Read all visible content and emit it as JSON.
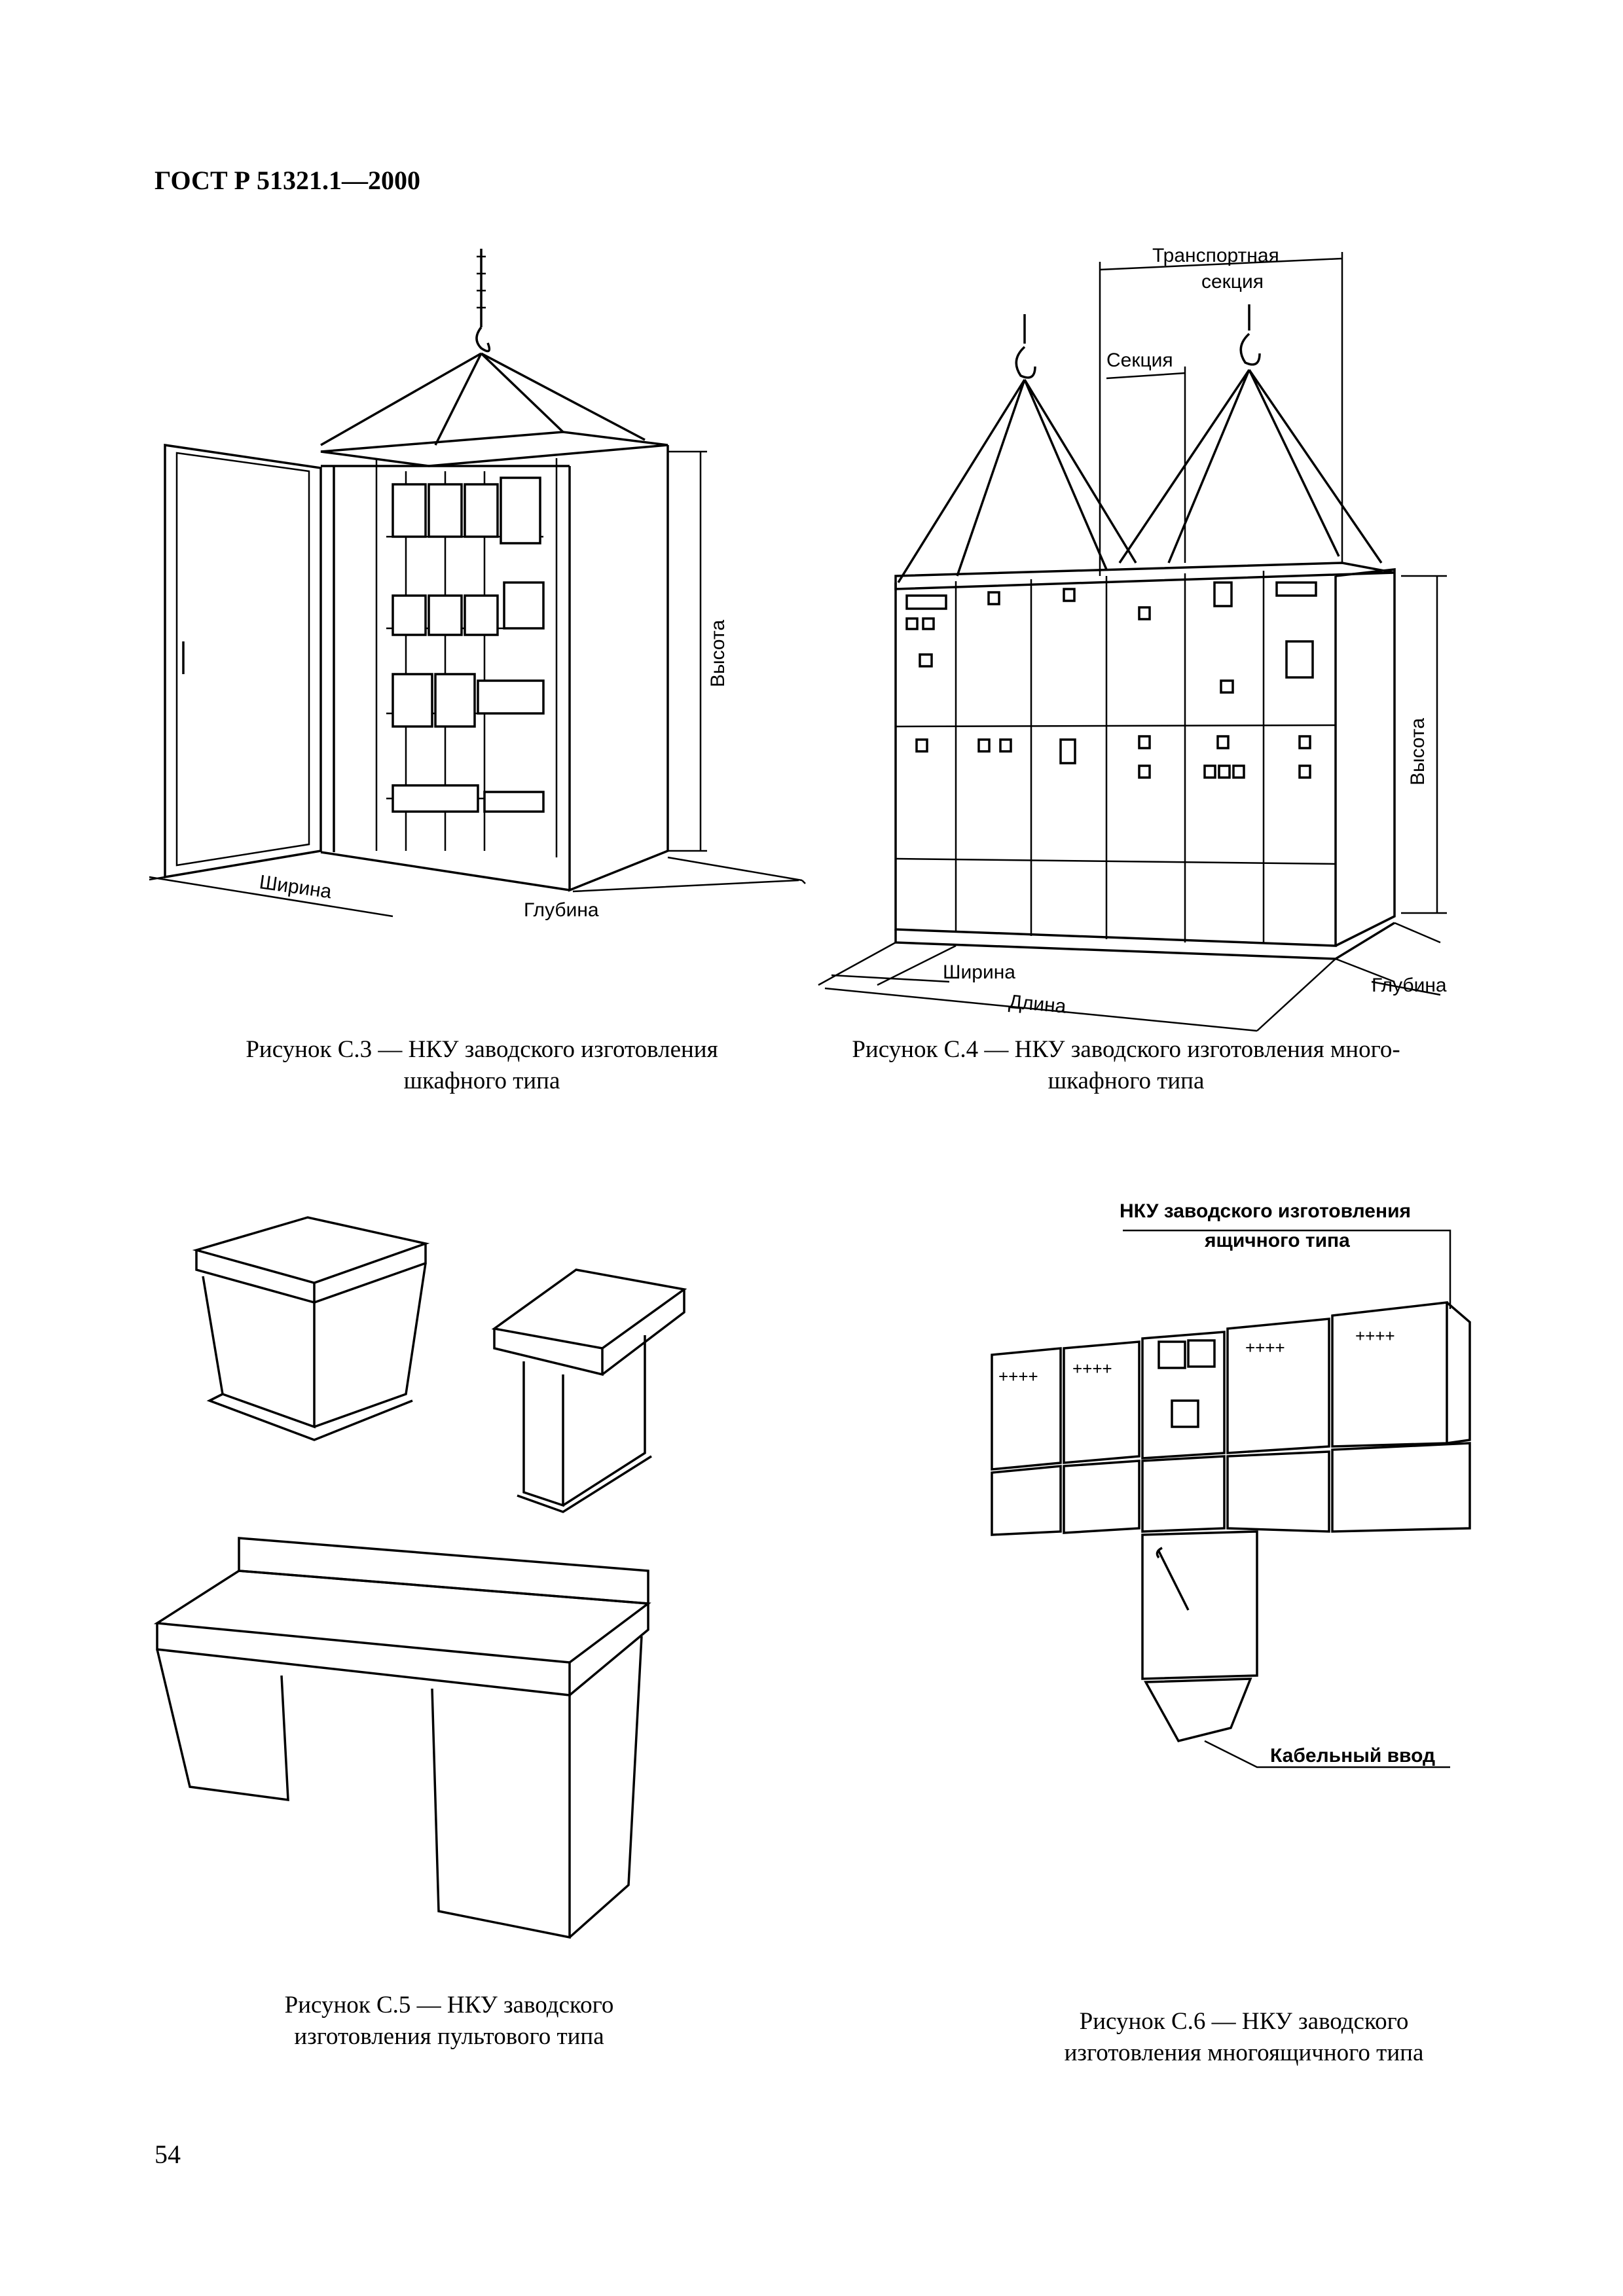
{
  "page": {
    "header": "ГОСТ Р 51321.1—2000",
    "page_number": "54"
  },
  "fig_c3": {
    "caption_line1": "Рисунок С.3 — НКУ заводского изготовления",
    "caption_line2": "шкафного типа",
    "label_height": "Высота",
    "label_width": "Ширина",
    "label_depth": "Глубина"
  },
  "fig_c4": {
    "caption_line1": "Рисунок С.4 — НКУ заводского изготовления много-",
    "caption_line2": "шкафного типа",
    "label_transport_1": "Транспортная",
    "label_transport_2": "секция",
    "label_section": "Секция",
    "label_height": "Высота",
    "label_width": "Ширина",
    "label_length": "Длина",
    "label_depth": "Глубина"
  },
  "fig_c5": {
    "caption_line1": "Рисунок С.5 — НКУ заводского",
    "caption_line2": "изготовления пультового типа"
  },
  "fig_c6": {
    "caption_line1": "Рисунок С.6 — НКУ заводского",
    "caption_line2": "изготовления многоящичного типа",
    "label_box_1": "НКУ заводского изготовления",
    "label_box_2": "ящичного типа",
    "label_cable_entry": "Кабельный ввод",
    "panel_marks": "++++"
  }
}
